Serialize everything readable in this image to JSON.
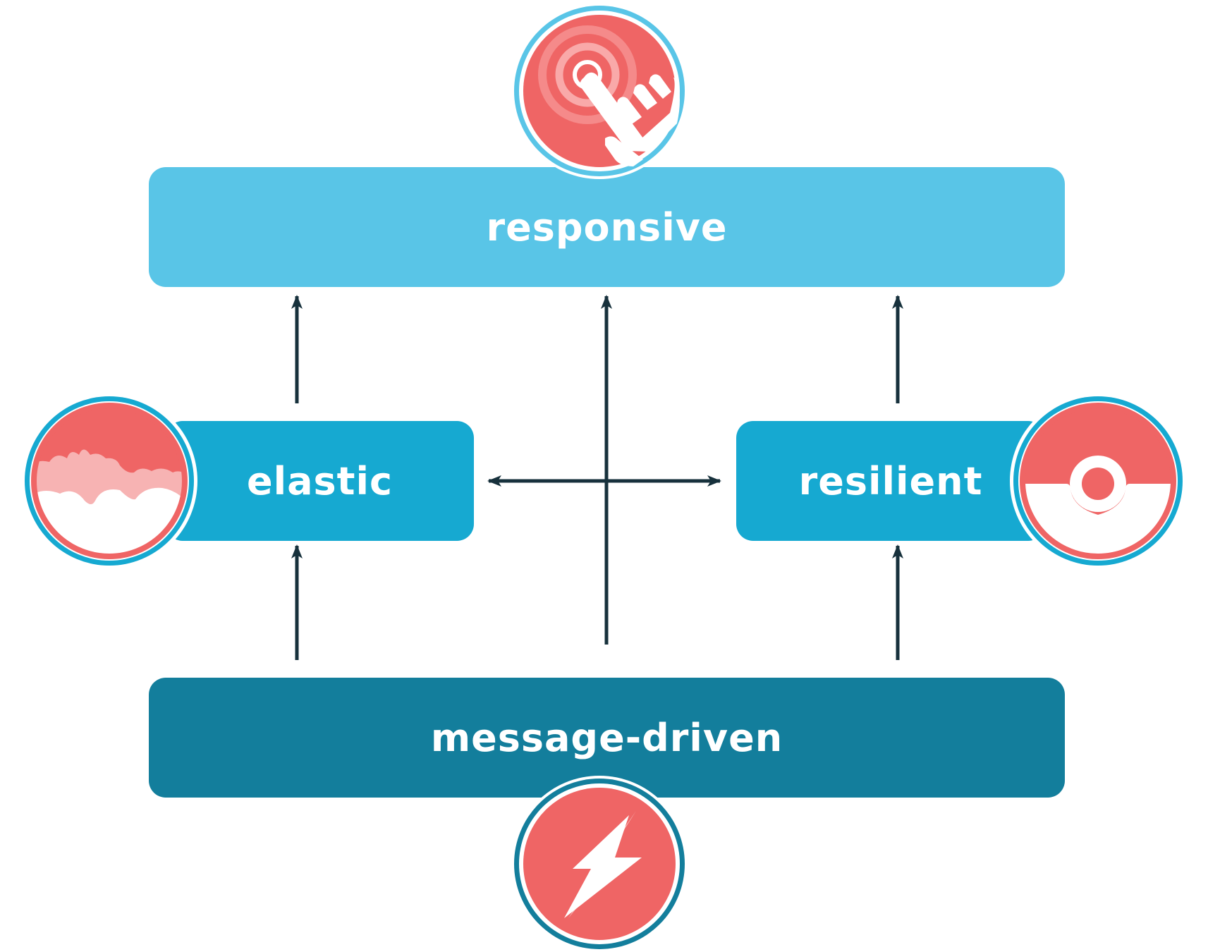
{
  "diagram": {
    "nodes": {
      "responsive": {
        "label": "responsive",
        "icon": "touch-hand-icon"
      },
      "elastic": {
        "label": "elastic",
        "icon": "cloud-icon"
      },
      "resilient": {
        "label": "resilient",
        "icon": "lifebuoy-icon"
      },
      "message_driven": {
        "label": "message-driven",
        "icon": "lightning-bolt-icon"
      }
    },
    "edges": [
      {
        "from": "elastic",
        "to": "responsive"
      },
      {
        "from": "message_driven",
        "to": "responsive"
      },
      {
        "from": "resilient",
        "to": "responsive"
      },
      {
        "from": "message_driven",
        "to": "elastic"
      },
      {
        "from": "message_driven",
        "to": "resilient"
      },
      {
        "from": "elastic",
        "to": "resilient",
        "bidirectional": true
      }
    ],
    "colors": {
      "responsive_fill": "#59c5e7",
      "elastic_resilient_fill": "#16a9d1",
      "message_driven_fill": "#137e9c",
      "icon_circle": "#ef6565",
      "icon_pale": "#f7b3b3",
      "arrow": "#17313c"
    }
  }
}
